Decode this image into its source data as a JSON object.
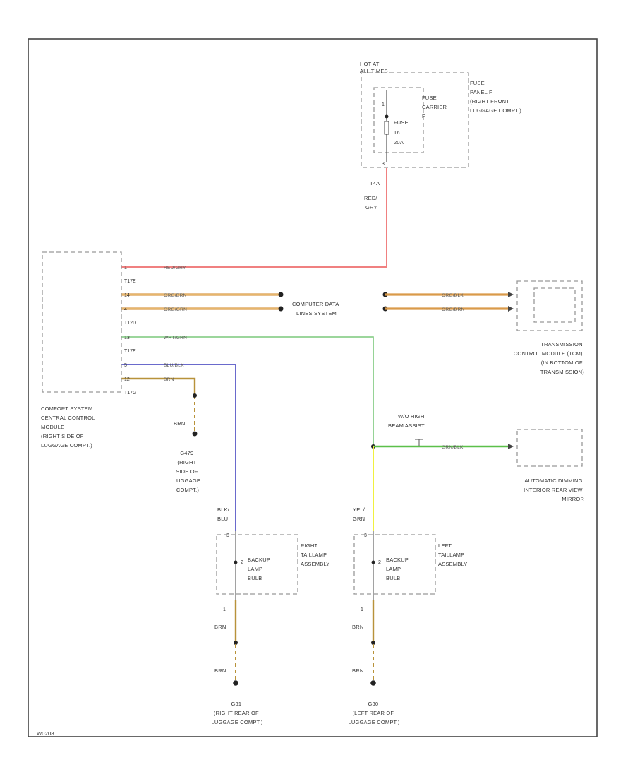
{
  "diagram": {
    "footer_code": "W0208",
    "wire_colors": {
      "red": "#f08080",
      "orange": "#d99a4a",
      "green": "#7cc87c",
      "blue": "#6a6acc",
      "brown": "#b8923a",
      "yellow": "#f0f040",
      "dark_green": "#5cc04a",
      "gray": "#999999"
    },
    "fuse_panel": {
      "hot_at": [
        "HOT AT",
        "ALL TIMES"
      ],
      "panel_label": [
        "FUSE",
        "PANEL F",
        "(RIGHT FRONT",
        "LUGGAGE COMPT.)"
      ],
      "carrier_label": [
        "FUSE",
        "CARRIER",
        "F"
      ],
      "fuse_label": [
        "FUSE",
        "16",
        "20A"
      ],
      "connector": "T4A",
      "pin_top": "1",
      "pin_bottom": "3",
      "wire_color": [
        "RED/",
        "GRY"
      ]
    },
    "comfort_module": {
      "label": [
        "COMFORT SYSTEM",
        "CENTRAL CONTROL",
        "MODULE",
        "(RIGHT SIDE OF",
        "LUGGAGE COMPT.)"
      ],
      "connectors": [
        "T17E",
        "T12D",
        "T17E",
        "T17G"
      ],
      "pins": [
        "1",
        "14",
        "4",
        "13",
        "5",
        "12"
      ],
      "wires": [
        "RED/GRY",
        "ORG/BRN",
        "ORG/GRN",
        "WHT/GRN",
        "BLU/BLK",
        "BRN"
      ]
    },
    "data_lines": {
      "label": [
        "COMPUTER DATA",
        "LINES SYSTEM"
      ],
      "right_wires": [
        "ORG/BLK",
        "ORG/BRN"
      ]
    },
    "tcm": {
      "label": [
        "TRANSMISSION",
        "CONTROL MODULE (TCM)",
        "(IN BOTTOM OF",
        "TRANSMISSION)"
      ]
    },
    "splice": {
      "label": [
        "W/O HIGH",
        "BEAM ASSIST"
      ],
      "wire": "GRN/BLK"
    },
    "mirror": {
      "label": [
        "AUTOMATIC DIMMING",
        "INTERIOR REAR VIEW",
        "MIRROR"
      ]
    },
    "ground_g479": {
      "wire": "BRN",
      "label": [
        "G479",
        "(RIGHT",
        "SIDE OF",
        "LUGGAGE",
        "COMPT.)"
      ]
    },
    "right_taillamp": {
      "wire_color": [
        "BLK/",
        "BLU"
      ],
      "bulb_label": [
        "BACKUP",
        "LAMP",
        "BULB"
      ],
      "assembly_label": [
        "RIGHT",
        "TAILLAMP",
        "ASSEMBLY"
      ],
      "pins": [
        "3",
        "2",
        "1"
      ],
      "ground_wires": [
        "BRN",
        "BRN"
      ],
      "ground": [
        "G31",
        "(RIGHT REAR OF",
        "LUGGAGE COMPT.)"
      ]
    },
    "left_taillamp": {
      "wire_color": [
        "YEL/",
        "GRN"
      ],
      "bulb_label": [
        "BACKUP",
        "LAMP",
        "BULB"
      ],
      "assembly_label": [
        "LEFT",
        "TAILLAMP",
        "ASSEMBLY"
      ],
      "pins": [
        "3",
        "2",
        "1"
      ],
      "ground_wires": [
        "BRN",
        "BRN"
      ],
      "ground": [
        "G30",
        "(LEFT REAR OF",
        "LUGGAGE COMPT.)"
      ]
    }
  }
}
